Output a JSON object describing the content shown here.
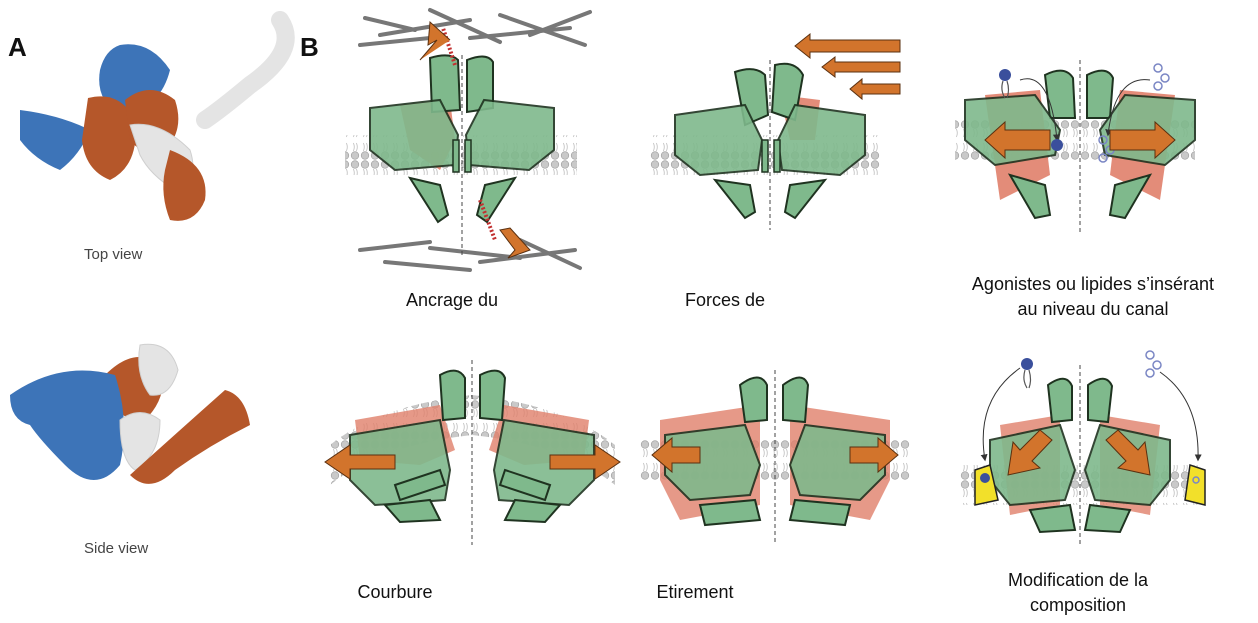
{
  "panel_a": {
    "letter": "A",
    "top_view_caption": "Top view",
    "side_view_caption": "Side view",
    "colors": {
      "blue": "#3d74b8",
      "orange": "#b5572a",
      "white": "#e4e4e4"
    }
  },
  "panel_b": {
    "letter": "B",
    "mechanisms": [
      {
        "id": "tether",
        "lines": [
          "Ancrage du"
        ]
      },
      {
        "id": "forces",
        "lines": [
          "Forces de"
        ]
      },
      {
        "id": "agonists",
        "lines": [
          "Agonistes ou lipides s’insérant",
          "au niveau du canal"
        ]
      },
      {
        "id": "curvature",
        "lines": [
          "Courbure"
        ]
      },
      {
        "id": "stretch",
        "lines": [
          "Etirement"
        ]
      },
      {
        "id": "composition",
        "lines": [
          "Modification de la",
          "composition"
        ]
      }
    ],
    "colors": {
      "protein_fill": "#7fb98c",
      "protein_stroke": "#1f3320",
      "salmon": "#e0806a",
      "arrow": "#d2742c",
      "spring": "#c23030",
      "lipid_head": "#bcbcbc",
      "agonist": "#3a4f9c",
      "highlight": "#f2e02a"
    }
  }
}
